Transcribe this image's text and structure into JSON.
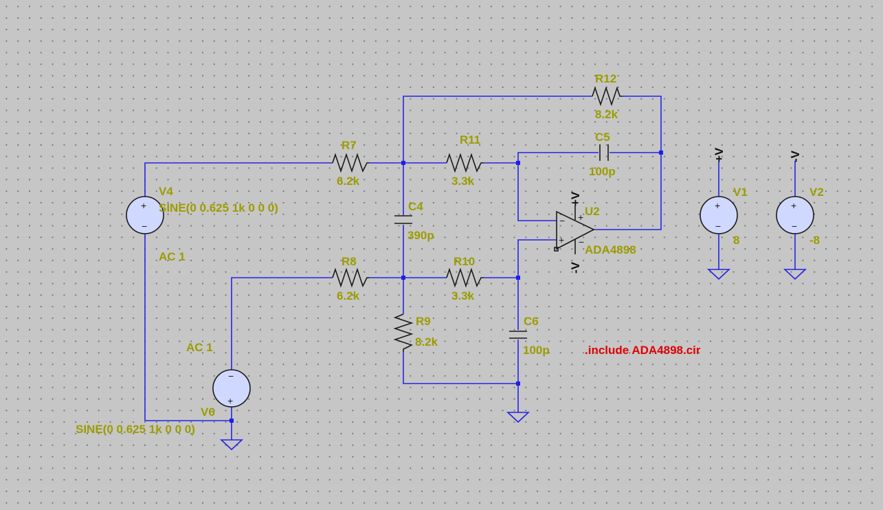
{
  "components": {
    "R12": {
      "name": "R12",
      "value": "8.2k"
    },
    "R7": {
      "name": "R7",
      "value": "6.2k"
    },
    "R11": {
      "name": "R11",
      "value": "3.3k"
    },
    "C5": {
      "name": "C5",
      "value": "100p"
    },
    "C4": {
      "name": "C4",
      "value": "390p"
    },
    "R8": {
      "name": "R8",
      "value": "6.2k"
    },
    "R10": {
      "name": "R10",
      "value": "3.3k"
    },
    "R9": {
      "name": "R9",
      "value": "8.2k"
    },
    "C6": {
      "name": "C6",
      "value": "100p"
    },
    "U2": {
      "name": "U2",
      "model": "ADA4898",
      "pos_supply": "+V",
      "neg_supply": "-V"
    },
    "V4": {
      "name": "V4",
      "value": "SINE(0 0.625 1k 0 0 0)",
      "ac": "AC 1"
    },
    "V6": {
      "name": "V6",
      "value": "SINE(0 0.625 1k 0 0 0)",
      "ac": "AC 1"
    },
    "V1": {
      "name": "V1",
      "value": "8",
      "net": "+V"
    },
    "V2": {
      "name": "V2",
      "value": "-8",
      "net": "-V"
    }
  },
  "directive": ".include ADA4898.cir",
  "colors": {
    "background": "#c6c6c6",
    "wire": "#2323e6",
    "label": "#9c9c00",
    "directive": "#e00000"
  }
}
